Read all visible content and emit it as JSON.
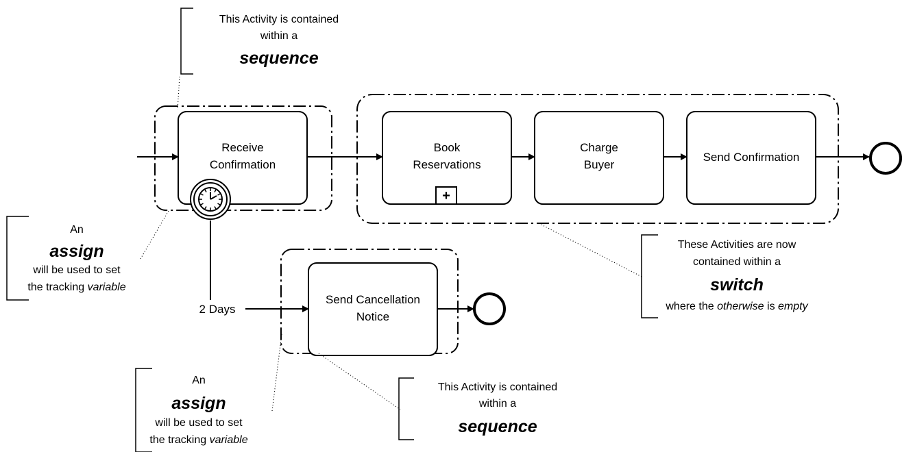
{
  "tasks": {
    "receive_confirmation": [
      "Receive",
      "Confirmation"
    ],
    "book_reservations": [
      "Book",
      "Reservations"
    ],
    "charge_buyer": [
      "Charge",
      "Buyer"
    ],
    "send_confirmation": [
      "Send Confirmation"
    ],
    "send_cancellation_notice": [
      "Send Cancellation",
      "Notice"
    ]
  },
  "timer_label": "2 Days",
  "subprocess_marker": "+",
  "notes": {
    "top_sequence": {
      "line1": "This Activity is contained",
      "line2": "within a",
      "keyword": "sequence"
    },
    "left_assign": {
      "line1": "An",
      "keyword": "assign",
      "line2": "will be used to set",
      "line3_prefix": "the tracking ",
      "line3_italic": "variable"
    },
    "switch_note": {
      "line1": "These Activities are now",
      "line2": "contained within a",
      "keyword": "switch",
      "line3_a": "where the ",
      "line3_b": "otherwise",
      "line3_c": " is ",
      "line3_d": "empty"
    },
    "bottom_assign": {
      "line1": "An",
      "keyword": "assign",
      "line2": "will be used to set",
      "line3_prefix": "the tracking ",
      "line3_italic": "variable"
    },
    "bottom_sequence": {
      "line1": "This Activity is contained",
      "line2": "within a",
      "keyword": "sequence"
    }
  }
}
